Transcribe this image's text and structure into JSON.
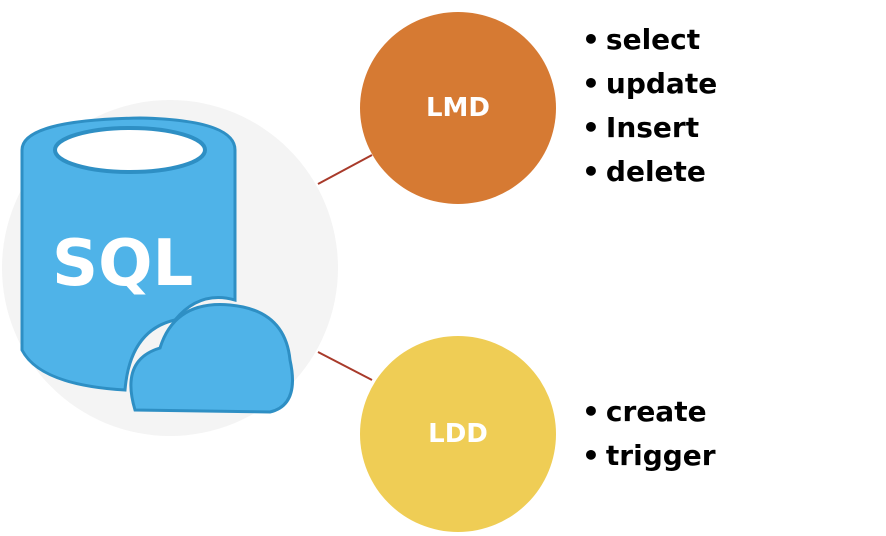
{
  "logo": {
    "text": "SQL"
  },
  "nodes": [
    {
      "label": "LMD",
      "color": "#d67a33",
      "items": [
        "select",
        "update",
        "Insert",
        "delete"
      ]
    },
    {
      "label": "LDD",
      "color": "#efcd55",
      "items": [
        "create",
        "trigger"
      ]
    }
  ]
}
